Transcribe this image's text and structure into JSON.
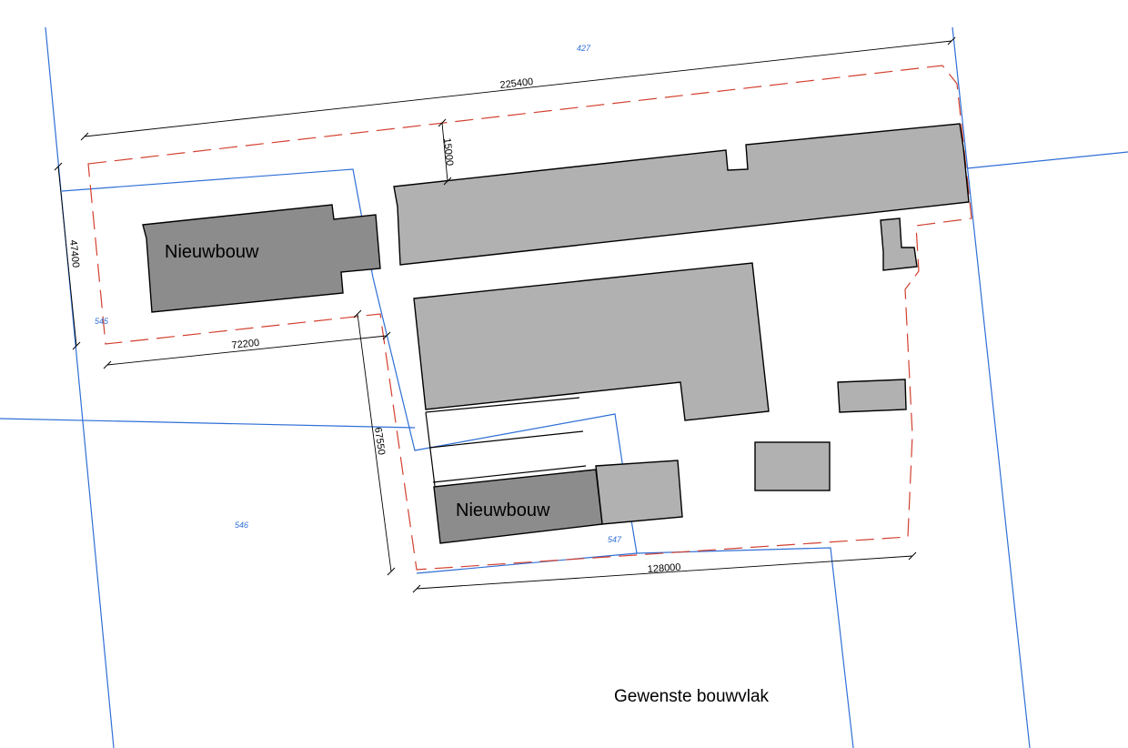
{
  "parcels": {
    "p427": "427",
    "p545": "545",
    "p546": "546",
    "p547": "547"
  },
  "dimensions": {
    "top_length": "225400",
    "top_offset": "15000",
    "left_width": "47400",
    "left_length": "72200",
    "mid_width": "67550",
    "bottom_length": "128000"
  },
  "labels": {
    "new_building_1": "Nieuwbouw",
    "new_building_2": "Nieuwbouw",
    "caption": "Gewenste bouwvlak"
  },
  "colors": {
    "parcel_line": "#2f6fd6",
    "bouwvlak_line": "#d2402f",
    "existing_building": "#b1b1b1",
    "new_building": "#8c8c8c"
  }
}
